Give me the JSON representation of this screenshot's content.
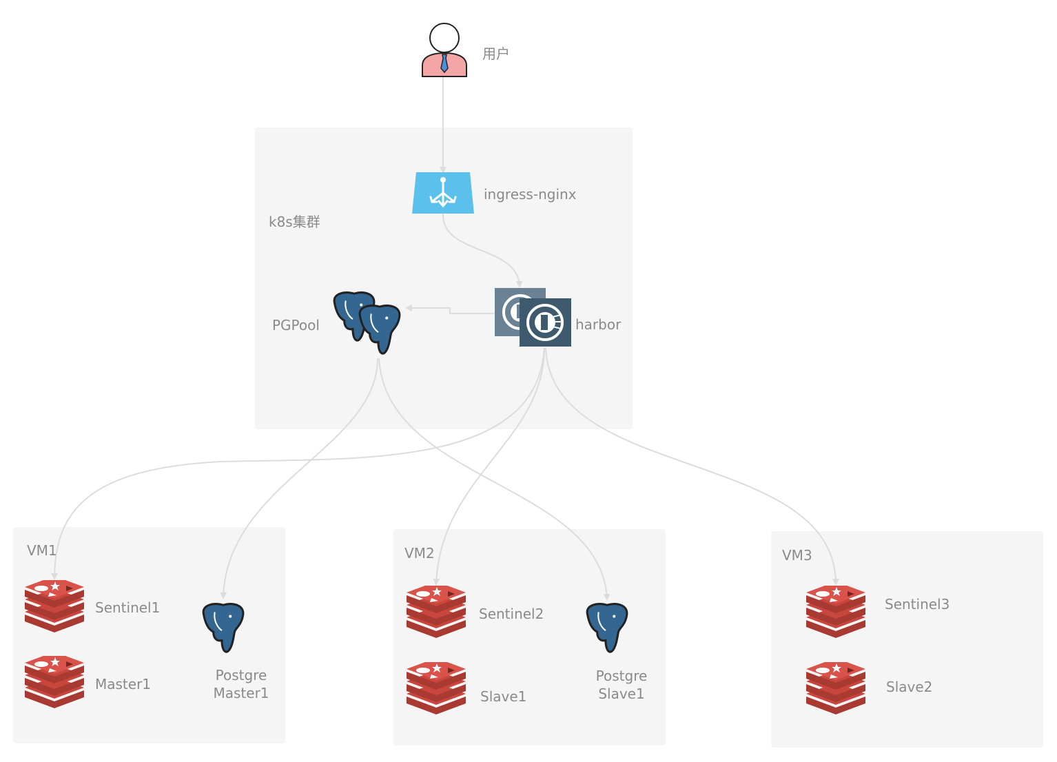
{
  "user": {
    "label": "用户"
  },
  "k8s": {
    "label": "k8s集群",
    "ingress": "ingress-nginx",
    "pgpool": "PGPool",
    "harbor": "harbor"
  },
  "vm1": {
    "label": "VM1",
    "sentinel": "Sentinel1",
    "master": "Master1",
    "postgre_line1": "Postgre",
    "postgre_line2": "Master1"
  },
  "vm2": {
    "label": "VM2",
    "sentinel": "Sentinel2",
    "slave": "Slave1",
    "postgre_line1": "Postgre",
    "postgre_line2": "Slave1"
  },
  "vm3": {
    "label": "VM3",
    "sentinel": "Sentinel3",
    "slave": "Slave2"
  },
  "colors": {
    "group_bg": "#f5f5f5",
    "label": "#8a8a8a",
    "edge": "#dcdcdc",
    "redis": "#c9463d",
    "postgres": "#336791",
    "harbor": "#4c6e85",
    "ingress": "#5bc0eb",
    "user_body": "#f4a6a6"
  }
}
